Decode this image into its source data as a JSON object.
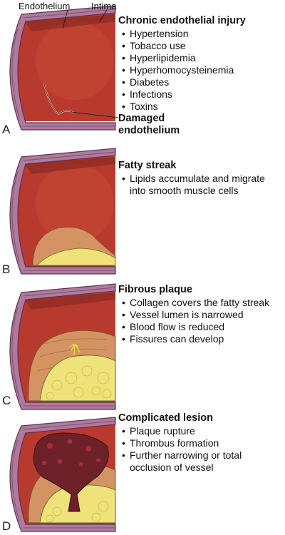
{
  "labels": {
    "endothelium": "Endothelium",
    "intima": "Intima",
    "damaged_endothelium": "Damaged endothelium"
  },
  "panels": [
    {
      "letter": "A",
      "heading": "Chronic endothelial injury",
      "items": [
        "Hypertension",
        "Tobacco use",
        "Hyperlipidemia",
        "Hyperhomocysteinemia",
        "Diabetes",
        "Infections",
        "Toxins"
      ]
    },
    {
      "letter": "B",
      "heading": "Fatty streak",
      "items": [
        "Lipids accumulate and migrate into smooth muscle cells"
      ]
    },
    {
      "letter": "C",
      "heading": "Fibrous plaque",
      "items": [
        "Collagen covers the fatty streak",
        "Vessel lumen is narrowed",
        "Blood flow is reduced",
        "Fissures can develop"
      ]
    },
    {
      "letter": "D",
      "heading": "Complicated lesion",
      "items": [
        "Plaque rupture",
        "Thrombus formation",
        "Further narrowing or total occlusion of vessel"
      ]
    }
  ],
  "colors": {
    "wall": "#b07a9c",
    "wall_stripe": "#7d4f6d",
    "lumen": "#b83a2e",
    "lumen_light": "#d9604a",
    "lipid": "#efe27a",
    "plaque": "#d49362",
    "thrombus": "#6e2028"
  }
}
